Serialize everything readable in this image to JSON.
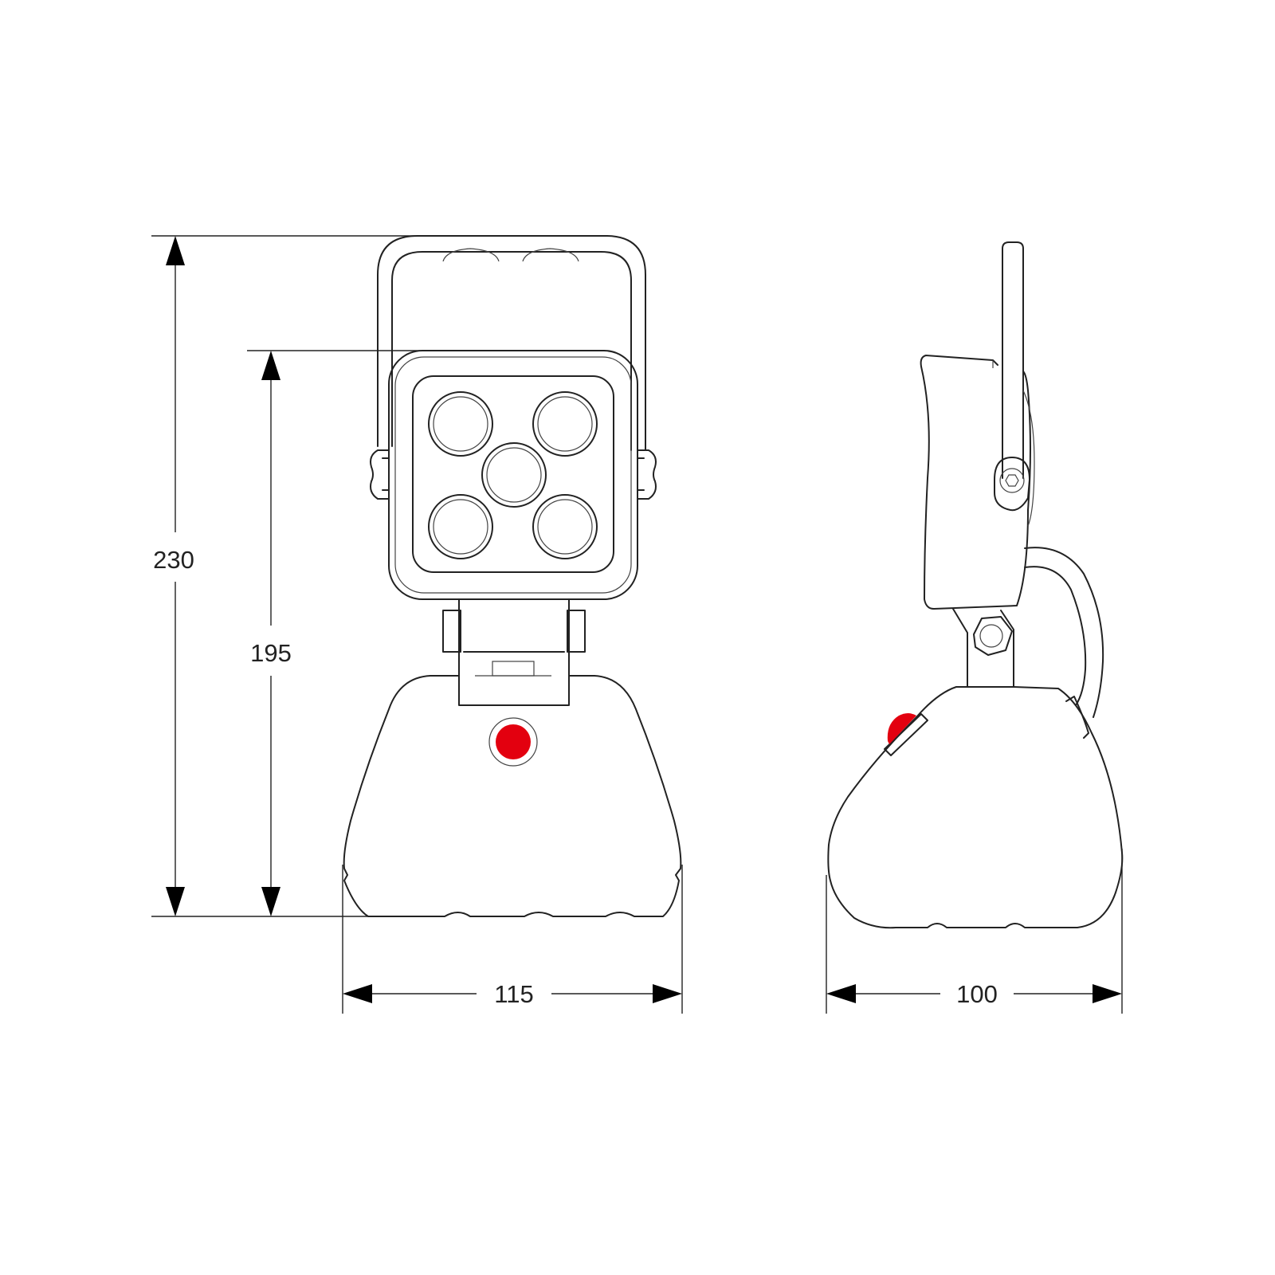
{
  "dimensions": {
    "overall_height": "230",
    "head_height": "195",
    "front_width": "115",
    "side_depth": "100"
  },
  "colors": {
    "outline": "#222222",
    "button": "#e3000f",
    "background": "#ffffff"
  },
  "views": [
    "front-view",
    "side-view"
  ],
  "icons": [
    "led-lens-icon",
    "power-button-icon",
    "hex-bolt-icon"
  ]
}
